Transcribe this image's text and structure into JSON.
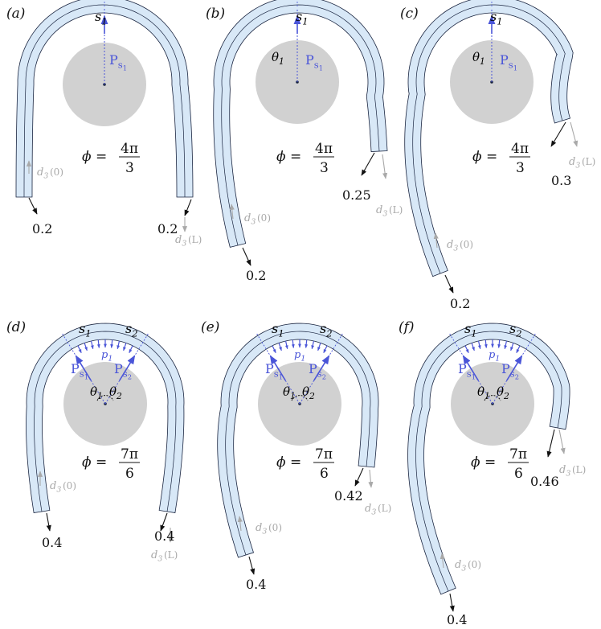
{
  "panels": [
    {
      "label": "(a)",
      "curve_labels": [
        "s",
        "1"
      ],
      "force_labels": [
        {
          "P": "P",
          "sub": "s",
          "subsub": "1"
        }
      ],
      "angle_labels": [],
      "pressure_label": null,
      "phi": {
        "lhs": "ϕ =",
        "num": "4π",
        "den": "3"
      },
      "left_value": "0.2",
      "right_value": "0.2",
      "d3_left": {
        "d": "d",
        "sub": "3",
        "arg": "(0)"
      },
      "d3_right": {
        "d": "d",
        "sub": "3",
        "arg": "(L)"
      }
    },
    {
      "label": "(b)",
      "curve_labels": [
        "s",
        "1"
      ],
      "force_labels": [
        {
          "P": "P",
          "sub": "s",
          "subsub": "1"
        }
      ],
      "angle_labels": [
        {
          "t": "θ",
          "sub": "1"
        }
      ],
      "pressure_label": null,
      "phi": {
        "lhs": "ϕ =",
        "num": "4π",
        "den": "3"
      },
      "left_value": "0.2",
      "right_value": "0.25",
      "d3_left": {
        "d": "d",
        "sub": "3",
        "arg": "(0)"
      },
      "d3_right": {
        "d": "d",
        "sub": "3",
        "arg": "(L)"
      }
    },
    {
      "label": "(c)",
      "curve_labels": [
        "s",
        "1"
      ],
      "force_labels": [
        {
          "P": "P",
          "sub": "s",
          "subsub": "1"
        }
      ],
      "angle_labels": [
        {
          "t": "θ",
          "sub": "1"
        }
      ],
      "pressure_label": null,
      "phi": {
        "lhs": "ϕ =",
        "num": "4π",
        "den": "3"
      },
      "left_value": "0.2",
      "right_value": "0.3",
      "d3_left": {
        "d": "d",
        "sub": "3",
        "arg": "(0)"
      },
      "d3_right": {
        "d": "d",
        "sub": "3",
        "arg": "(L)"
      }
    },
    {
      "label": "(d)",
      "curve_labels": [
        "s",
        "1",
        "s",
        "2"
      ],
      "force_labels": [
        {
          "P": "P",
          "sub": "s",
          "subsub": "1"
        },
        {
          "P": "P",
          "sub": "s",
          "subsub": "2"
        }
      ],
      "angle_labels": [
        {
          "t": "θ",
          "sub": "1"
        },
        {
          "t": "θ",
          "sub": "2"
        }
      ],
      "pressure_label": {
        "p": "p",
        "sub": "1"
      },
      "phi": {
        "lhs": "ϕ =",
        "num": "7π",
        "den": "6"
      },
      "left_value": "0.4",
      "right_value": "0.4",
      "d3_left": {
        "d": "d",
        "sub": "3",
        "arg": "(0)"
      },
      "d3_right": {
        "d": "d",
        "sub": "3",
        "arg": "(L)"
      }
    },
    {
      "label": "(e)",
      "curve_labels": [
        "s",
        "1",
        "s",
        "2"
      ],
      "force_labels": [
        {
          "P": "P",
          "sub": "s",
          "subsub": "1"
        },
        {
          "P": "P",
          "sub": "s",
          "subsub": "2"
        }
      ],
      "angle_labels": [
        {
          "t": "θ",
          "sub": "1"
        },
        {
          "t": "θ",
          "sub": "2"
        }
      ],
      "pressure_label": {
        "p": "p",
        "sub": "1"
      },
      "phi": {
        "lhs": "ϕ =",
        "num": "7π",
        "den": "6"
      },
      "left_value": "0.4",
      "right_value": "0.42",
      "d3_left": {
        "d": "d",
        "sub": "3",
        "arg": "(0)"
      },
      "d3_right": {
        "d": "d",
        "sub": "3",
        "arg": "(L)"
      }
    },
    {
      "label": "(f)",
      "curve_labels": [
        "s",
        "1",
        "s",
        "2"
      ],
      "force_labels": [
        {
          "P": "P",
          "sub": "s",
          "subsub": "1"
        },
        {
          "P": "P",
          "sub": "s",
          "subsub": "2"
        }
      ],
      "angle_labels": [
        {
          "t": "θ",
          "sub": "1"
        },
        {
          "t": "θ",
          "sub": "2"
        }
      ],
      "pressure_label": {
        "p": "p",
        "sub": "1"
      },
      "phi": {
        "lhs": "ϕ =",
        "num": "7π",
        "den": "6"
      },
      "left_value": "0.4",
      "right_value": "0.46",
      "d3_left": {
        "d": "d",
        "sub": "3",
        "arg": "(0)"
      },
      "d3_right": {
        "d": "d",
        "sub": "3",
        "arg": "(L)"
      }
    }
  ],
  "colors": {
    "rod_fill": "#d8e8f7",
    "rod_stroke": "#1a2540",
    "obstacle": "#d1d1d1",
    "force": "#4a55d8",
    "d3": "#a9a9a9",
    "end_arrow": "#111111"
  }
}
